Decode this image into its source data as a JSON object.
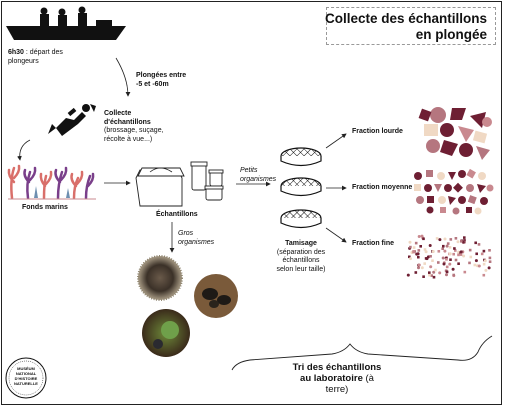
{
  "title": {
    "line1": "Collecte des échantillons",
    "line2": "en plongée"
  },
  "steps": {
    "departure": {
      "time": "6h30",
      "text_line1": " : départ des",
      "text_line2": "plongeurs"
    },
    "dive": {
      "line1": "Plongées entre",
      "line2": "-5 et -60m"
    },
    "collect": {
      "line1": "Collecte",
      "line2": "d'échantillons",
      "line3": "(brossage, suçage,",
      "line4": "récolte à vue...)"
    },
    "seabed": "Fonds marins",
    "samples": "Échantillons",
    "small": {
      "line1": "Petits",
      "line2": "organismes"
    },
    "large": {
      "line1": "Gros",
      "line2": "organismes"
    },
    "sieving": {
      "title": "Tamisage",
      "line1": "(séparation des",
      "line2": "échantillons",
      "line3": "selon leur taille)"
    },
    "fraction_heavy": "Fraction lourde",
    "fraction_medium": "Fraction moyenne",
    "fraction_fine": "Fraction fine",
    "lab": {
      "line1": "Tri des échantillons",
      "line2": "au laboratoire",
      "line2b": " (à",
      "line3": "terre)"
    }
  },
  "logo": {
    "line1": "MUSÉUM",
    "line2": "NATIONAL",
    "line3": "D'HISTOIRE",
    "line4": "NATURELLE"
  },
  "colors": {
    "maroon": "#6e1f33",
    "rose": "#b5767f",
    "pink": "#c9898f",
    "cream": "#f0d9c4",
    "coral": "#d96f6a",
    "purple": "#7a3f8a"
  }
}
